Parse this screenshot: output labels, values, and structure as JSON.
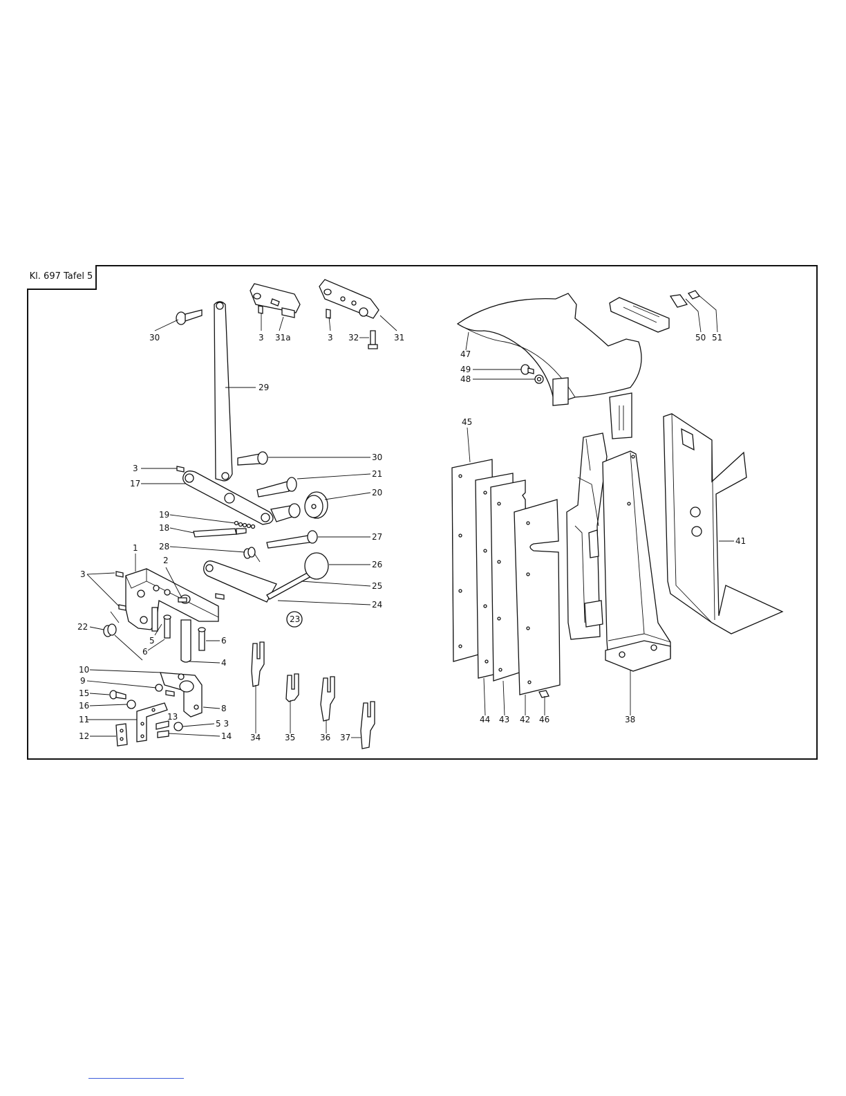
{
  "title": "Kl. 697  Tafel 5",
  "labels": {
    "p30a": "30",
    "p3a": "3",
    "p31a": "31a",
    "p3b": "3",
    "p32": "32",
    "p31": "31",
    "p29": "29",
    "p30b": "30",
    "p3c": "3",
    "p21": "21",
    "p17": "17",
    "p20": "20",
    "p19": "19",
    "p18": "18",
    "p27": "27",
    "p28": "28",
    "p1": "1",
    "p26": "26",
    "p2": "2",
    "p3d": "3",
    "p25": "25",
    "p24": "24",
    "p23": "23",
    "p22": "22",
    "p5a": "5",
    "p6a": "6",
    "p6b": "6",
    "p4": "4",
    "p10": "10",
    "p9": "9",
    "p15": "15",
    "p16": "16",
    "p8": "8",
    "p11": "11",
    "p13": "13",
    "p53": "5 3",
    "p12": "12",
    "p14": "14",
    "p34": "34",
    "p35": "35",
    "p36": "36",
    "p37": "37",
    "p47": "47",
    "p49": "49",
    "p48": "48",
    "p50": "50",
    "p51": "51",
    "p45": "45",
    "p41": "41",
    "p44": "44",
    "p43": "43",
    "p42": "42",
    "p46": "46",
    "p38": "38"
  }
}
